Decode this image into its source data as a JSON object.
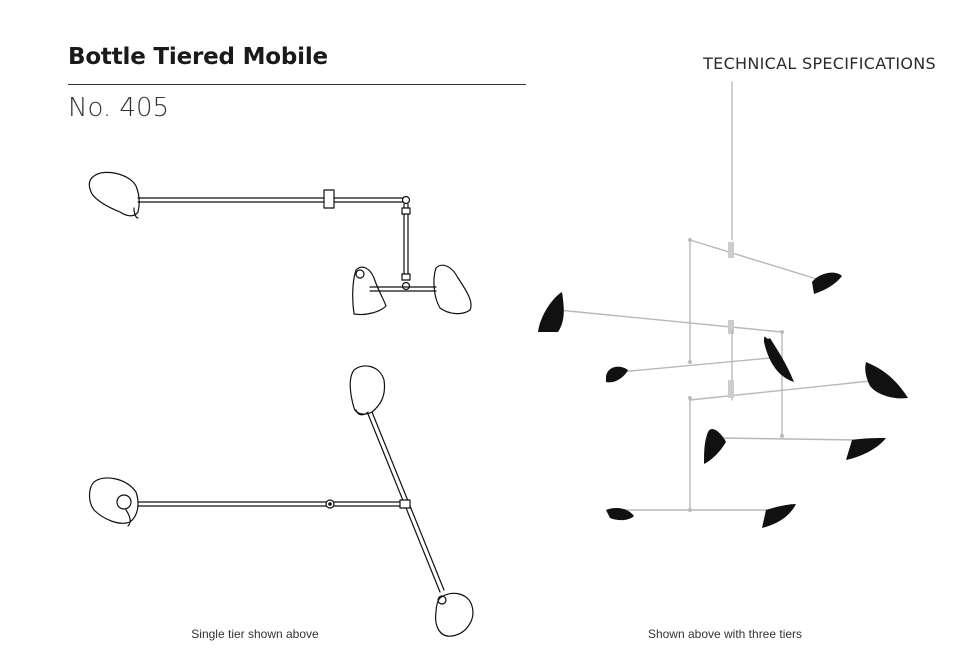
{
  "header": {
    "title": "Bottle Tiered Mobile",
    "model_number": "No. 405",
    "section_label": "TECHNICAL SPECIFICATIONS"
  },
  "figures": {
    "left_caption": "Single tier shown above",
    "right_caption": "Shown above with three tiers"
  }
}
